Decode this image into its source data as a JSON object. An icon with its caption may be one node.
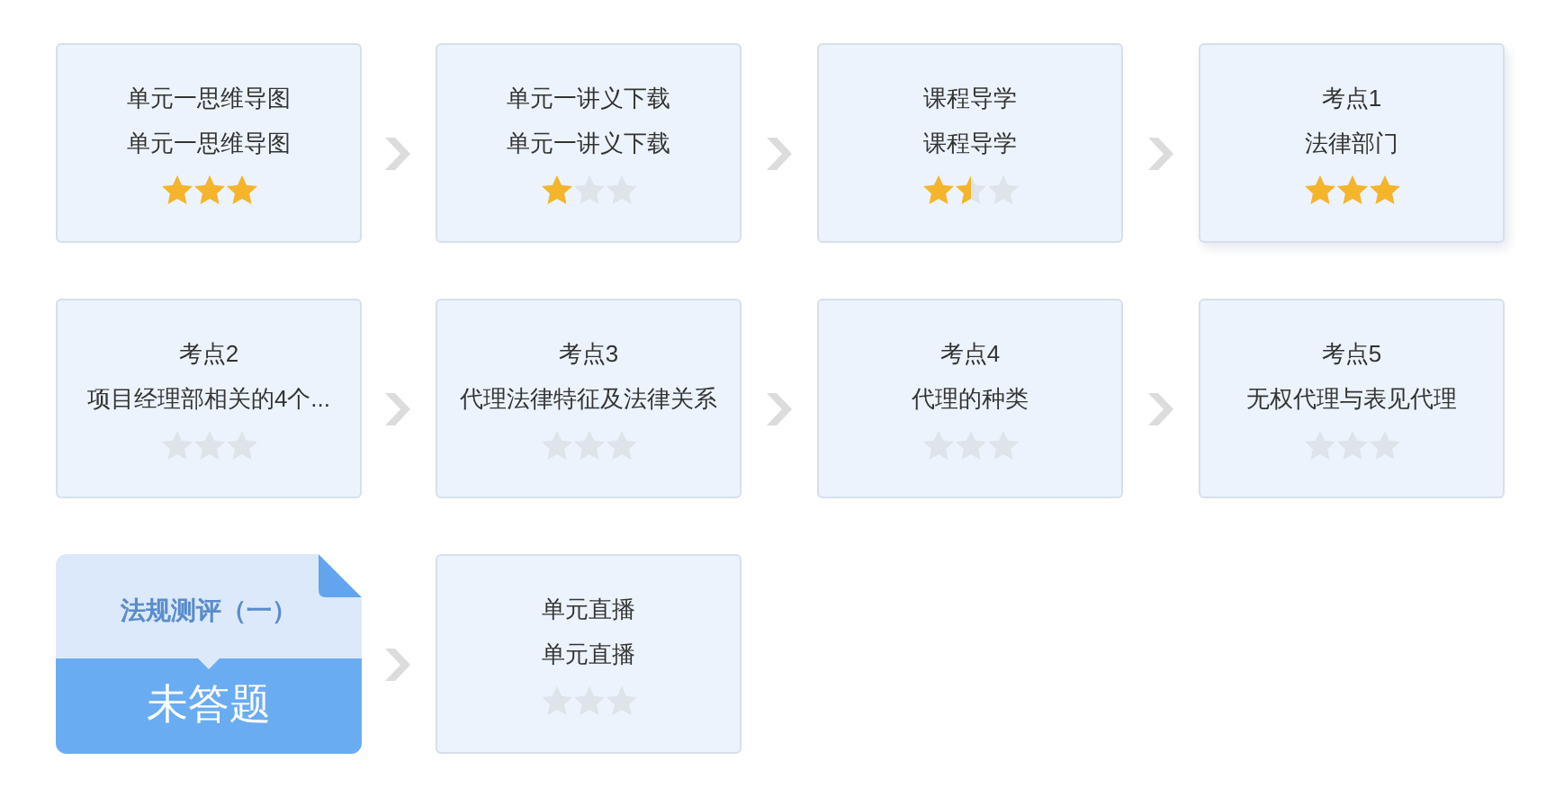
{
  "diagram": {
    "nodes": [
      {
        "text": [
          "单元一思维导图",
          "单元一思维导图"
        ]
      },
      {
        "text": [
          "单元一讲义下载",
          "单元一讲义下载"
        ]
      },
      {
        "text": [
          "课程导学",
          "课程导学"
        ]
      },
      {
        "text": [
          "考点1",
          "法律部门"
        ]
      },
      {
        "text": [
          "考点2",
          "项目经理部相关的4个..."
        ]
      },
      {
        "text": [
          "考点3",
          "代理法律特征及法律关系"
        ]
      },
      {
        "text": [
          "考点4",
          "代理的种类"
        ]
      },
      {
        "text": [
          "考点5",
          "无权代理与表见代理"
        ]
      },
      {
        "text": [
          "法规测评（一）",
          "未答题"
        ]
      },
      {
        "text": [
          "单元直播",
          "单元直播"
        ]
      }
    ],
    "edges": [
      {
        "from": 0,
        "to": 1,
        "arrow": "to"
      },
      {
        "from": 1,
        "to": 2,
        "arrow": "to"
      },
      {
        "from": 2,
        "to": 3,
        "arrow": "to"
      },
      {
        "from": 4,
        "to": 5,
        "arrow": "to"
      },
      {
        "from": 5,
        "to": 6,
        "arrow": "to"
      },
      {
        "from": 6,
        "to": 7,
        "arrow": "to"
      },
      {
        "from": 8,
        "to": 9,
        "arrow": "to"
      }
    ]
  }
}
